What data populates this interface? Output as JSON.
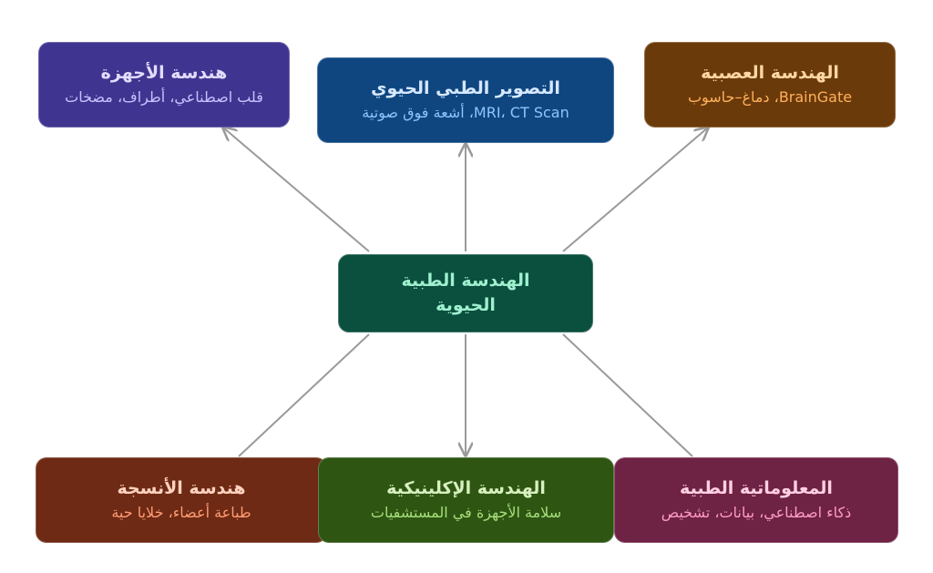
{
  "center": {
    "title_line1": "الهندسة الطبية",
    "title_line2": "الحيوية"
  },
  "nodes": {
    "devices": {
      "title": "هندسة الأجهزة",
      "subtitle": "قلب اصطناعي، أطراف، مضخات"
    },
    "imaging": {
      "title": "التصوير الطبي الحيوي",
      "subtitle": "MRI، CT Scan، أشعة فوق صوتية"
    },
    "neuro": {
      "title": "الهندسة العصبية",
      "subtitle": "BrainGate، دماغ–حاسوب"
    },
    "tissue": {
      "title": "هندسة الأنسجة",
      "subtitle": "طباعة أعضاء، خلايا حية"
    },
    "clinical": {
      "title": "الهندسة الإكلينيكية",
      "subtitle": "سلامة الأجهزة في المستشفيات"
    },
    "informatics": {
      "title": "المعلوماتية الطبية",
      "subtitle": "ذكاء اصطناعي، بيانات، تشخيص"
    }
  },
  "colors": {
    "center_bg": "#0b4f3e",
    "center_text": "#9ff0cf",
    "devices_bg": "#3f3590",
    "devices_title": "#e2dcff",
    "devices_sub": "#c9c0ff",
    "imaging_bg": "#0f4680",
    "imaging_title": "#d6e8ff",
    "imaging_sub": "#8fc3ff",
    "neuro_bg": "#6b3a0a",
    "neuro_title": "#ffd7a3",
    "neuro_sub": "#ffb15c",
    "tissue_bg": "#6e2a14",
    "tissue_title": "#ffd3c0",
    "tissue_sub": "#ff9b75",
    "clinical_bg": "#2e5612",
    "clinical_title": "#d8f0c0",
    "clinical_sub": "#a8de7c",
    "informatics_bg": "#6e2244",
    "informatics_title": "#ffd0e2",
    "informatics_sub": "#ff9cc3",
    "connector": "#9a9a9a"
  }
}
